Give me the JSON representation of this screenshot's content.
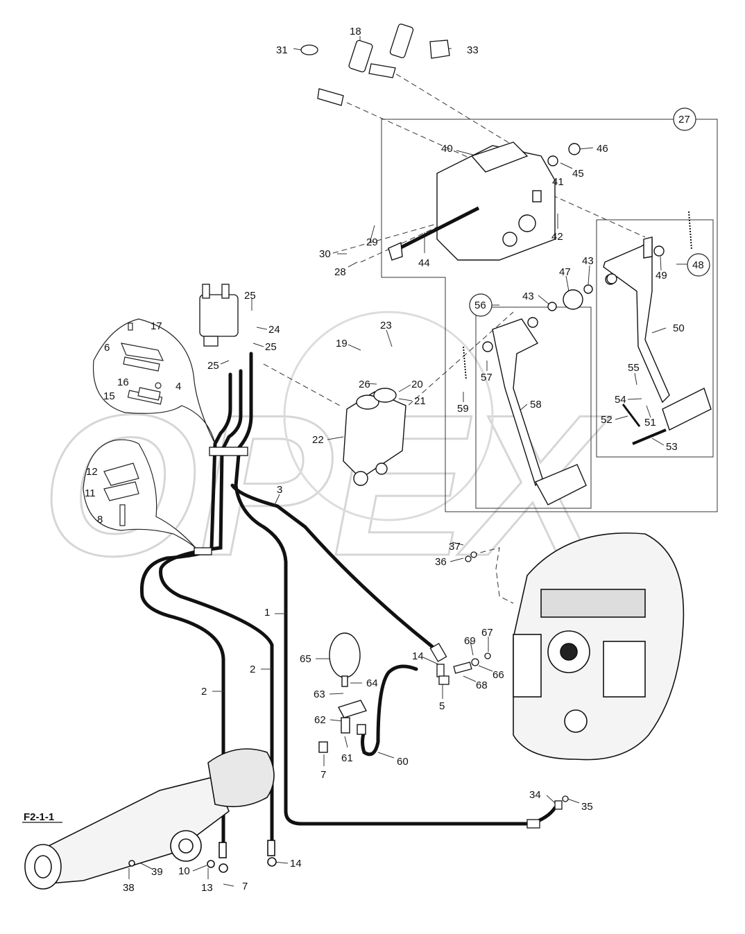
{
  "watermark": "OPEX",
  "ref_label": "F2-1-1",
  "callouts": [
    {
      "id": "c1",
      "text": "1"
    },
    {
      "id": "c2a",
      "text": "2"
    },
    {
      "id": "c2b",
      "text": "2"
    },
    {
      "id": "c3",
      "text": "3"
    },
    {
      "id": "c4",
      "text": "4"
    },
    {
      "id": "c5",
      "text": "5"
    },
    {
      "id": "c6",
      "text": "6"
    },
    {
      "id": "c7a",
      "text": "7"
    },
    {
      "id": "c7b",
      "text": "7"
    },
    {
      "id": "c8",
      "text": "8"
    },
    {
      "id": "c10",
      "text": "10"
    },
    {
      "id": "c11",
      "text": "11"
    },
    {
      "id": "c12",
      "text": "12"
    },
    {
      "id": "c13",
      "text": "13"
    },
    {
      "id": "c14a",
      "text": "14"
    },
    {
      "id": "c14b",
      "text": "14"
    },
    {
      "id": "c15",
      "text": "15"
    },
    {
      "id": "c16",
      "text": "16"
    },
    {
      "id": "c17",
      "text": "17"
    },
    {
      "id": "c18",
      "text": "18"
    },
    {
      "id": "c19",
      "text": "19"
    },
    {
      "id": "c20",
      "text": "20"
    },
    {
      "id": "c21",
      "text": "21"
    },
    {
      "id": "c22",
      "text": "22"
    },
    {
      "id": "c23",
      "text": "23"
    },
    {
      "id": "c24",
      "text": "24"
    },
    {
      "id": "c25a",
      "text": "25"
    },
    {
      "id": "c25b",
      "text": "25"
    },
    {
      "id": "c25c",
      "text": "25"
    },
    {
      "id": "c26",
      "text": "26"
    },
    {
      "id": "c27",
      "text": "27"
    },
    {
      "id": "c28",
      "text": "28"
    },
    {
      "id": "c29",
      "text": "29"
    },
    {
      "id": "c30",
      "text": "30"
    },
    {
      "id": "c31",
      "text": "31"
    },
    {
      "id": "c33",
      "text": "33"
    },
    {
      "id": "c34",
      "text": "34"
    },
    {
      "id": "c35",
      "text": "35"
    },
    {
      "id": "c36",
      "text": "36"
    },
    {
      "id": "c37",
      "text": "37"
    },
    {
      "id": "c38",
      "text": "38"
    },
    {
      "id": "c39",
      "text": "39"
    },
    {
      "id": "c40",
      "text": "40"
    },
    {
      "id": "c41",
      "text": "41"
    },
    {
      "id": "c42",
      "text": "42"
    },
    {
      "id": "c43a",
      "text": "43"
    },
    {
      "id": "c43b",
      "text": "43"
    },
    {
      "id": "c44",
      "text": "44"
    },
    {
      "id": "c45",
      "text": "45"
    },
    {
      "id": "c46",
      "text": "46"
    },
    {
      "id": "c47",
      "text": "47"
    },
    {
      "id": "c48",
      "text": "48"
    },
    {
      "id": "c49",
      "text": "49"
    },
    {
      "id": "c50",
      "text": "50"
    },
    {
      "id": "c51",
      "text": "51"
    },
    {
      "id": "c52",
      "text": "52"
    },
    {
      "id": "c53",
      "text": "53"
    },
    {
      "id": "c54",
      "text": "54"
    },
    {
      "id": "c55",
      "text": "55"
    },
    {
      "id": "c56",
      "text": "56"
    },
    {
      "id": "c57",
      "text": "57"
    },
    {
      "id": "c58",
      "text": "58"
    },
    {
      "id": "c59",
      "text": "59"
    },
    {
      "id": "c60",
      "text": "60"
    },
    {
      "id": "c61",
      "text": "61"
    },
    {
      "id": "c62",
      "text": "62"
    },
    {
      "id": "c63",
      "text": "63"
    },
    {
      "id": "c64",
      "text": "64"
    },
    {
      "id": "c65",
      "text": "65"
    },
    {
      "id": "c66",
      "text": "66"
    },
    {
      "id": "c67",
      "text": "67"
    },
    {
      "id": "c68",
      "text": "68"
    },
    {
      "id": "c69",
      "text": "69"
    }
  ]
}
